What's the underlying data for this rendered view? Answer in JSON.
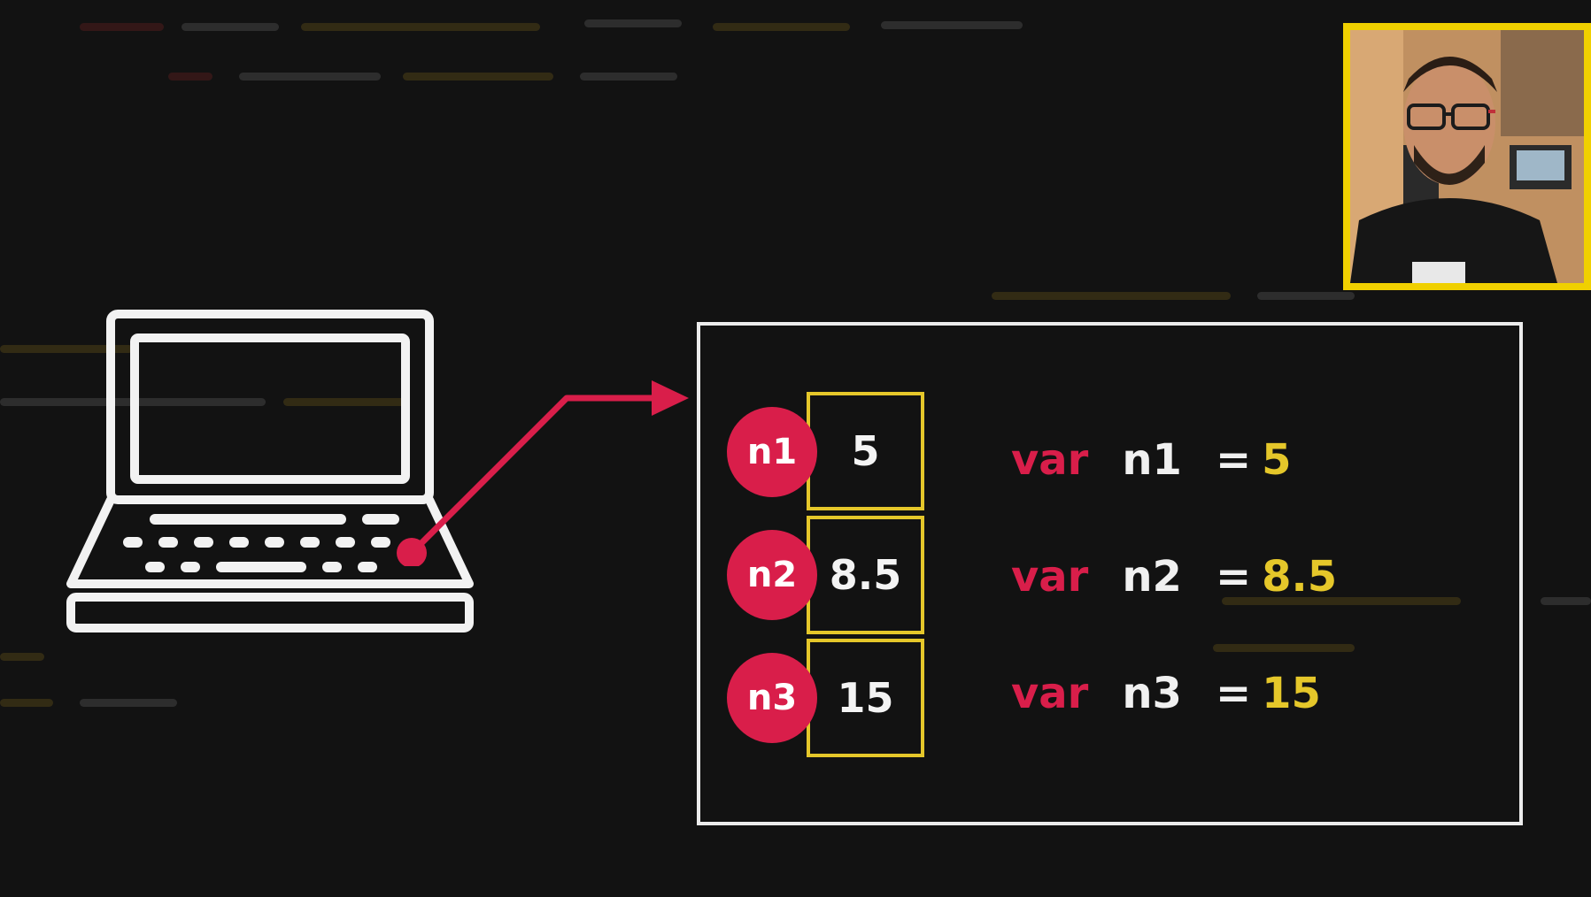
{
  "variables": [
    {
      "badge": "n1",
      "cell_value": "5",
      "keyword": "var",
      "name": "n1",
      "equals": "=",
      "literal": "5"
    },
    {
      "badge": "n2",
      "cell_value": "8.5",
      "keyword": "var",
      "name": "n2",
      "equals": "=",
      "literal": "8.5"
    },
    {
      "badge": "n3",
      "cell_value": "15",
      "keyword": "var",
      "name": "n3",
      "equals": "=",
      "literal": "15"
    }
  ],
  "colors": {
    "background": "#121212",
    "accent_red": "#d91e4a",
    "accent_yellow": "#e5c72a",
    "outline": "#ececec"
  },
  "icons": {
    "computer": "laptop-icon",
    "pointer": "arrow-icon"
  }
}
